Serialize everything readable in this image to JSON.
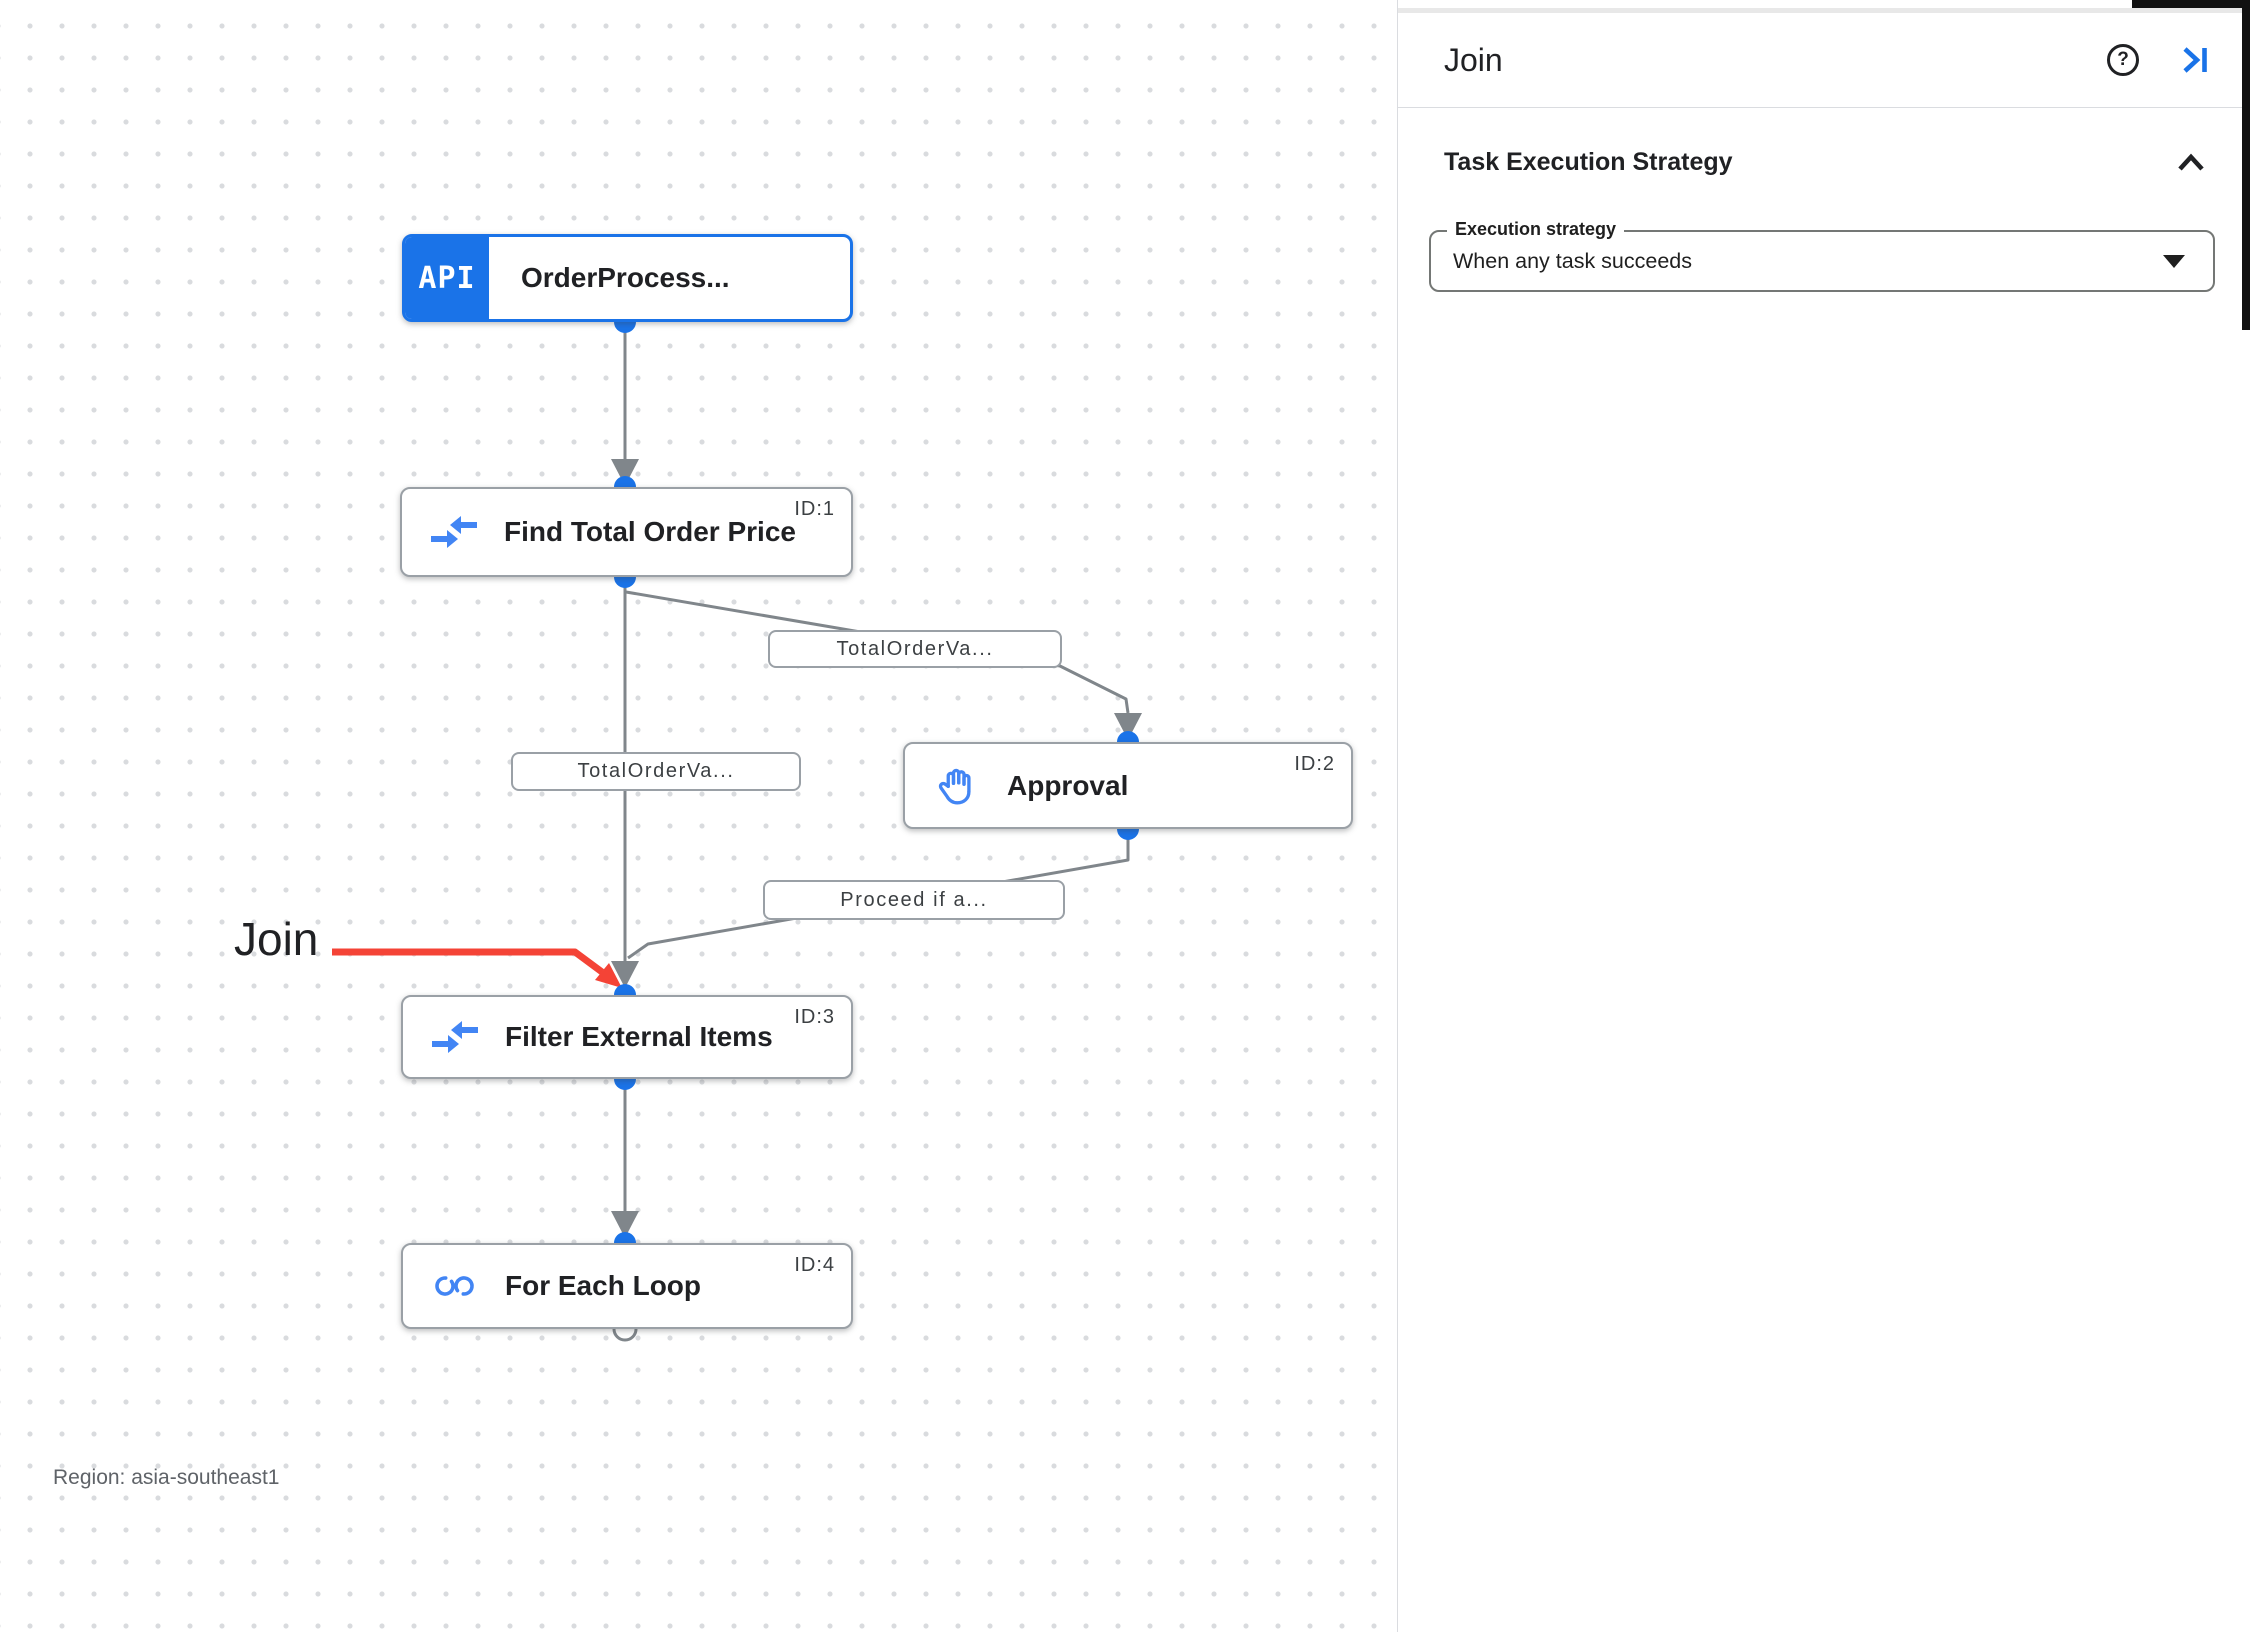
{
  "panel": {
    "title": "Join",
    "help_icon": "help-circle-icon",
    "collapse_icon": "collapse-panel-right-icon",
    "section": {
      "title": "Task Execution Strategy",
      "collapse_icon": "chevron-up-icon",
      "execution_strategy": {
        "label": "Execution strategy",
        "value": "When any task succeeds"
      }
    }
  },
  "canvas": {
    "region_label": "Region: asia-southeast1",
    "annotation": {
      "text": "Join",
      "color": "#f44336"
    },
    "nodes": [
      {
        "title": "OrderProcess...",
        "badge": "API",
        "icon": "api-trigger",
        "id_label": ""
      },
      {
        "title": "Find Total Order Price",
        "icon": "data-mapping",
        "id_label": "ID:1"
      },
      {
        "title": "Approval",
        "icon": "approval-hand",
        "id_label": "ID:2"
      },
      {
        "title": "Filter External Items",
        "icon": "data-mapping",
        "id_label": "ID:3"
      },
      {
        "title": "For Each Loop",
        "icon": "for-each-loop",
        "id_label": "ID:4"
      }
    ],
    "edge_labels": [
      {
        "text": "TotalOrderVa..."
      },
      {
        "text": "TotalOrderVa..."
      },
      {
        "text": "Proceed if a..."
      }
    ]
  },
  "colors": {
    "accent_blue": "#1a73e8",
    "icon_blue": "#4285f4",
    "edge_gray": "#80868b",
    "node_border": "#9aa0a6",
    "annotation_red": "#f44336",
    "text_primary": "#202124",
    "text_secondary": "#5f6368"
  }
}
